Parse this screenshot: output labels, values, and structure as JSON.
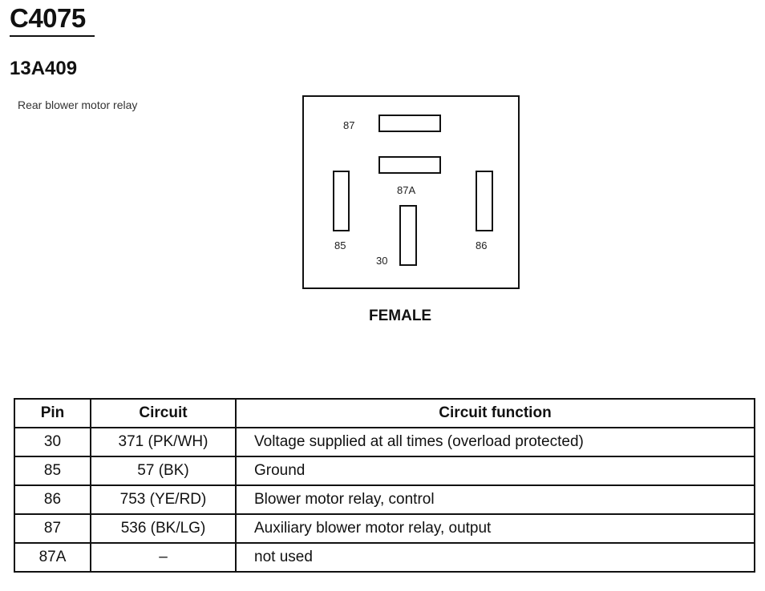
{
  "connector": {
    "id": "C4075",
    "part_number": "13A409",
    "description": "Rear blower motor relay"
  },
  "face_view": {
    "caption": "FEMALE",
    "terminals": [
      {
        "pin": "87"
      },
      {
        "pin": "87A"
      },
      {
        "pin": "85"
      },
      {
        "pin": "30"
      },
      {
        "pin": "86"
      }
    ]
  },
  "table": {
    "headers": [
      "Pin",
      "Circuit",
      "Circuit function"
    ],
    "rows": [
      {
        "pin": "30",
        "circuit": "371 (PK/WH)",
        "function": "Voltage supplied at all times (overload protected)"
      },
      {
        "pin": "85",
        "circuit": "57 (BK)",
        "function": "Ground"
      },
      {
        "pin": "86",
        "circuit": "753 (YE/RD)",
        "function": "Blower motor relay, control"
      },
      {
        "pin": "87",
        "circuit": "536 (BK/LG)",
        "function": "Auxiliary blower motor relay, output"
      },
      {
        "pin": "87A",
        "circuit": "–",
        "function": "not used"
      }
    ]
  }
}
